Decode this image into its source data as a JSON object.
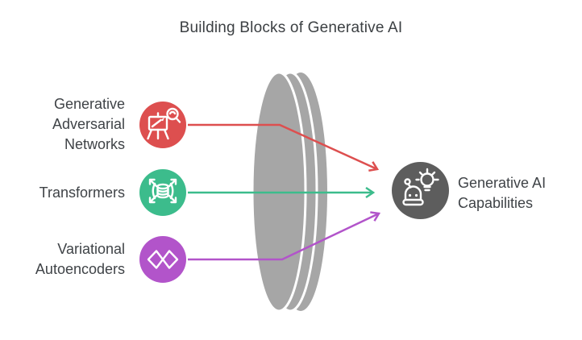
{
  "title": "Building Blocks of Generative AI",
  "diagram": {
    "text_color": "#3f4347",
    "lens": {
      "name": "funnel-lens",
      "color": "#a6a6a6"
    },
    "blocks": [
      {
        "id": "gan",
        "label": "Generative Adversarial Networks",
        "color": "#dd4f4f",
        "icon": "easel-magnifier-icon"
      },
      {
        "id": "transformers",
        "label": "Transformers",
        "color": "#3cbc8c",
        "icon": "database-expand-icon"
      },
      {
        "id": "vae",
        "label": "Variational Autoencoders",
        "color": "#b254ca",
        "icon": "infinity-icon"
      }
    ],
    "output": {
      "id": "genai-capabilities",
      "label": "Generative AI Capabilities",
      "color": "#5d5d5d",
      "icon": "robot-lightbulb-icon"
    },
    "connections": [
      {
        "from": "Generative Adversarial Networks",
        "to": "Generative AI Capabilities",
        "color": "#dd4f4f"
      },
      {
        "from": "Transformers",
        "to": "Generative AI Capabilities",
        "color": "#3cbc8c"
      },
      {
        "from": "Variational Autoencoders",
        "to": "Generative AI Capabilities",
        "color": "#b254ca"
      }
    ]
  }
}
